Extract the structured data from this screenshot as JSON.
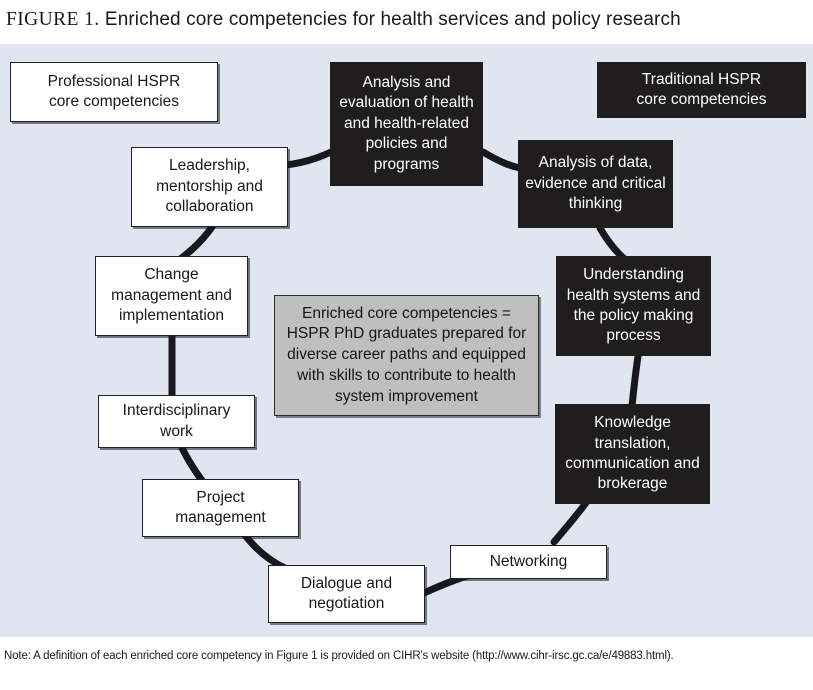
{
  "figure": {
    "label": "FIGURE 1.",
    "caption": "Enriched core competencies for health services and policy research"
  },
  "legend": {
    "professional": "Professional HSPR\ncore competencies",
    "professional_line1": "Professional HSPR",
    "professional_line2": "core competencies",
    "traditional_line1": "Traditional HSPR",
    "traditional_line2": "core competencies"
  },
  "center_box": {
    "text": "Enriched core competencies = HSPR PhD graduates prepared for diverse career paths and equipped with skills to contribute to health system improvement"
  },
  "nodes": [
    {
      "id": "analysis-evaluation-policies",
      "label": "Analysis and evaluation of health and health-related policies and programs",
      "style": "dark"
    },
    {
      "id": "analysis-data-evidence",
      "label": "Analysis of data, evidence and critical thinking",
      "style": "dark"
    },
    {
      "id": "understanding-health-systems",
      "label": "Understanding health systems and the policy making process",
      "style": "dark"
    },
    {
      "id": "knowledge-translation",
      "label": "Knowledge translation, communication and brokerage",
      "style": "dark"
    },
    {
      "id": "networking",
      "label": "Networking",
      "style": "light"
    },
    {
      "id": "dialogue-negotiation",
      "label": "Dialogue and negotiation",
      "style": "light"
    },
    {
      "id": "project-management",
      "label": "Project management",
      "style": "light"
    },
    {
      "id": "interdisciplinary-work",
      "label": "Interdisciplinary work",
      "style": "light"
    },
    {
      "id": "change-management",
      "label": "Change management and implementation",
      "style": "light"
    },
    {
      "id": "leadership-mentorship",
      "label": "Leadership, mentorship and collaboration",
      "style": "light"
    }
  ],
  "footer": {
    "note": "Note: A definition of each enriched core competency in Figure 1 is provided on CIHR's website (http://www.cihr-irsc.gc.ca/e/49883.html)."
  },
  "colors": {
    "panel_background": "#e0e5f0",
    "dark_node": "#1f1d1d",
    "light_node": "#ffffff",
    "grey_node": "#bfbfbf",
    "connector": "#18181c"
  }
}
